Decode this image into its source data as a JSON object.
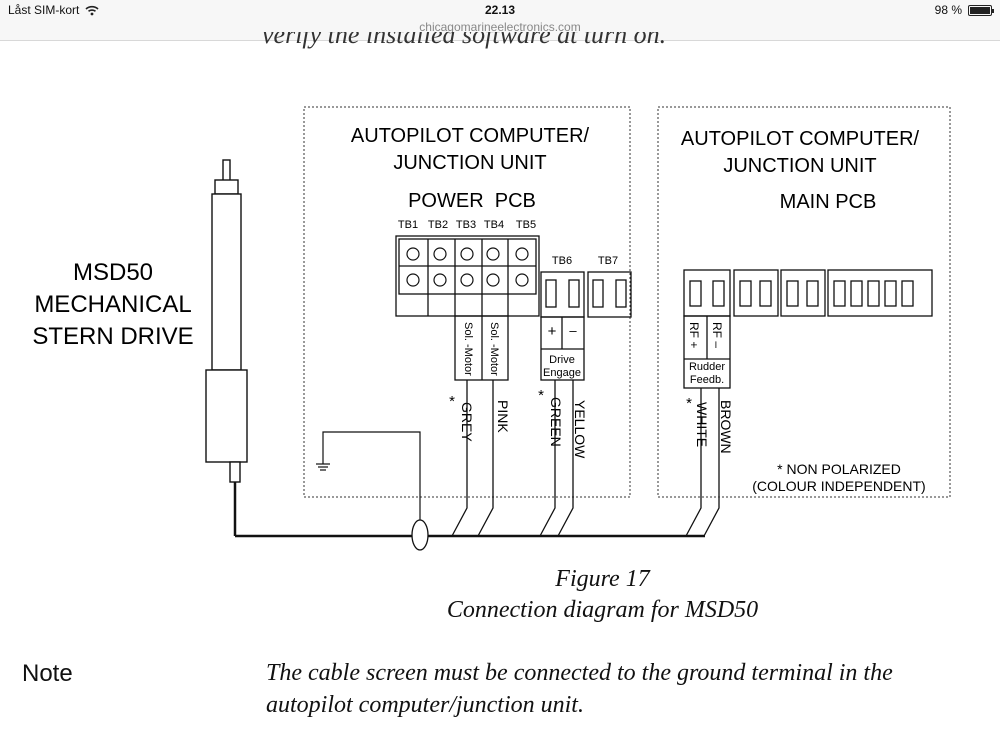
{
  "status_bar": {
    "carrier": "Låst SIM-kort",
    "time": "22.13",
    "url": "chicagomarineelectronics.com",
    "battery": "98 %",
    "battery_level": 0.98
  },
  "page": {
    "cutoff_text": "verify the installed software at turn on.",
    "figure_number": "Figure 17",
    "figure_caption": "Connection diagram for MSD50",
    "note_label": "Note",
    "note_text": "The cable screen must be connected to the ground terminal in the autopilot computer/junction unit."
  },
  "diagram": {
    "drive_label": [
      "MSD50",
      "MECHANICAL",
      "STERN DRIVE"
    ],
    "left_unit": {
      "title_lines": [
        "AUTOPILOT COMPUTER/",
        "JUNCTION UNIT"
      ],
      "board": "POWER  PCB",
      "tb_labels": [
        "TB1",
        "TB2",
        "TB3",
        "TB4",
        "TB5"
      ],
      "tb6_label": "TB6",
      "tb7_label": "TB7",
      "sol_labels": [
        "Sol. -Motor",
        "Sol. -Motor"
      ],
      "drive_engage": [
        "Drive",
        "Engage"
      ],
      "plus": "+",
      "minus": "–",
      "wires": [
        "GREY",
        "PINK",
        "GREEN",
        "YELLOW"
      ],
      "asterisk": "*"
    },
    "right_unit": {
      "title_lines": [
        "AUTOPILOT COMPUTER/",
        "JUNCTION UNIT"
      ],
      "board": "MAIN PCB",
      "rf_labels": [
        "RF +",
        "RF –"
      ],
      "rudder_feedb": [
        "Rudder",
        "Feedb."
      ],
      "wires": [
        "WHITE",
        "BROWN"
      ],
      "non_polarized": [
        "* NON POLARIZED",
        "(COLOUR INDEPENDENT)"
      ]
    }
  }
}
